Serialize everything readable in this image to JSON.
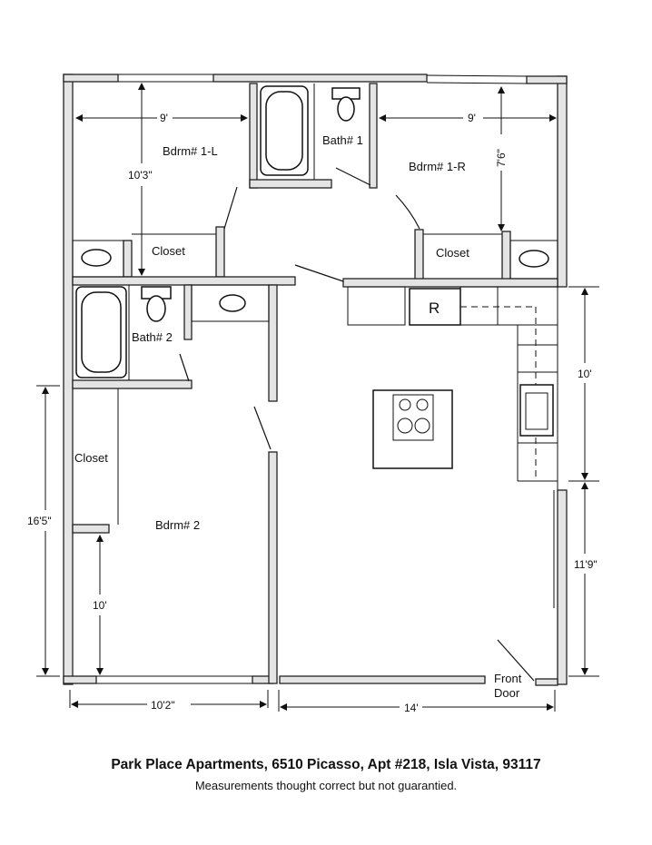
{
  "rooms": {
    "bedroom_1l": "Bdrm# 1-L",
    "bedroom_1r": "Bdrm# 1-R",
    "bedroom_2": "Bdrm# 2",
    "bath_1": "Bath# 1",
    "bath_2": "Bath# 2",
    "closet_1l": "Closet",
    "closet_1r": "Closet",
    "closet_2": "Closet",
    "refrigerator": "R",
    "front_door_line1": "Front",
    "front_door_line2": "Door"
  },
  "dimensions": {
    "bdrm_1l_width": "9'",
    "bdrm_1l_depth": "10'3\"",
    "bdrm_1r_width": "9'",
    "bdrm_1r_depth": "7'6\"",
    "left_wing_height": "16'5\"",
    "bdrm_2_depth": "10'",
    "kitchen_depth": "10'",
    "living_depth": "11'9\"",
    "left_bottom_width": "10'2\"",
    "right_bottom_width": "14'"
  },
  "caption": {
    "title": "Park Place Apartments, 6510 Picasso, Apt #218, Isla Vista, 93117",
    "note": "Measurements thought correct but not guarantied."
  }
}
